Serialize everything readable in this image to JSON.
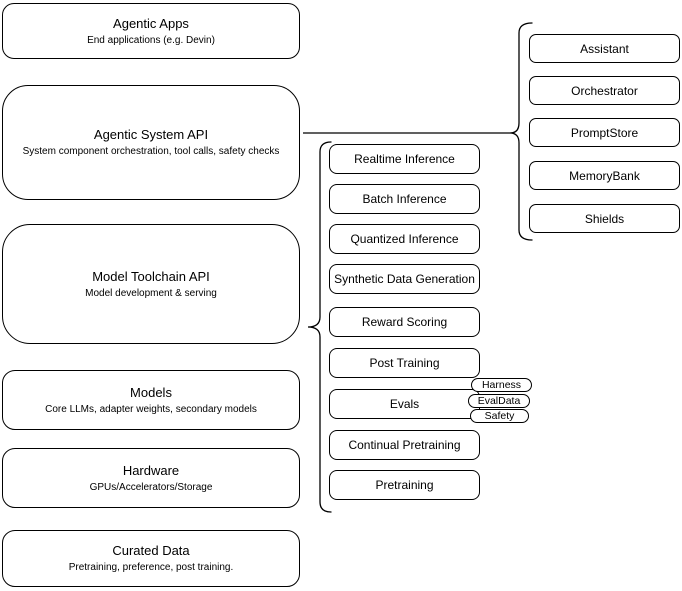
{
  "diagram": {
    "background": "#ffffff",
    "stroke_color": "#000000"
  },
  "infra_stack": {
    "boxes": [
      {
        "title": "Agentic Apps",
        "subtitle": "End applications (e.g. Devin)"
      },
      {
        "title": "Agentic System API",
        "subtitle": "System component orchestration, tool calls, safety checks"
      },
      {
        "title": "Model Toolchain API",
        "subtitle": "Model development & serving"
      },
      {
        "title": "Models",
        "subtitle": "Core LLMs, adapter weights, secondary models"
      },
      {
        "title": "Hardware",
        "subtitle": "GPUs/Accelerators/Storage"
      },
      {
        "title": "Curated Data",
        "subtitle": "Pretraining, preference, post training."
      }
    ]
  },
  "toolchain_services": {
    "boxes": [
      {
        "label": "Realtime Inference"
      },
      {
        "label": "Batch Inference"
      },
      {
        "label": "Quantized Inference"
      },
      {
        "label": "Synthetic Data Generation"
      },
      {
        "label": "Reward Scoring"
      },
      {
        "label": "Post Training"
      },
      {
        "label": "Evals"
      },
      {
        "label": "Continual Pretraining"
      },
      {
        "label": "Pretraining"
      }
    ],
    "eval_tags": [
      {
        "label": "Harness"
      },
      {
        "label": "EvalData"
      },
      {
        "label": "Safety"
      }
    ]
  },
  "system_components": {
    "boxes": [
      {
        "label": "Assistant"
      },
      {
        "label": "Orchestrator"
      },
      {
        "label": "PromptStore"
      },
      {
        "label": "MemoryBank"
      },
      {
        "label": "Shields"
      }
    ]
  }
}
